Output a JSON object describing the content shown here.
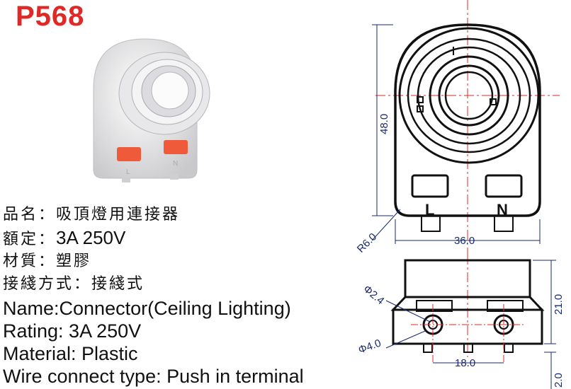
{
  "title": "P568",
  "specs_zh": [
    {
      "label": "品名",
      "value": "吸頂燈用連接器"
    },
    {
      "label": "額定",
      "value": "3A 250V"
    },
    {
      "label": "材質",
      "value": "塑膠"
    },
    {
      "label": "接綫方式",
      "value": "接綫式"
    }
  ],
  "specs_en": [
    "Name:Connector(Ceiling Lighting)",
    "Rating: 3A 250V",
    "Material: Plastic",
    "Wire connect type: Push in terminal"
  ],
  "drawing": {
    "dim_height": "48.0",
    "dim_width": "36.0",
    "dim_radius": "R6.0",
    "dim_hole_small": "Φ2.4",
    "dim_hole_large": "Φ4.0",
    "dim_pitch": "18.0",
    "dim_side_height": "21.0",
    "dim_pin": "2.0",
    "terminal_left": "L",
    "terminal_right": "N"
  },
  "colors": {
    "title": "#e02826",
    "dimension": "#1a2a6e",
    "centerline": "#e02826",
    "button": "#ef5a3a"
  }
}
